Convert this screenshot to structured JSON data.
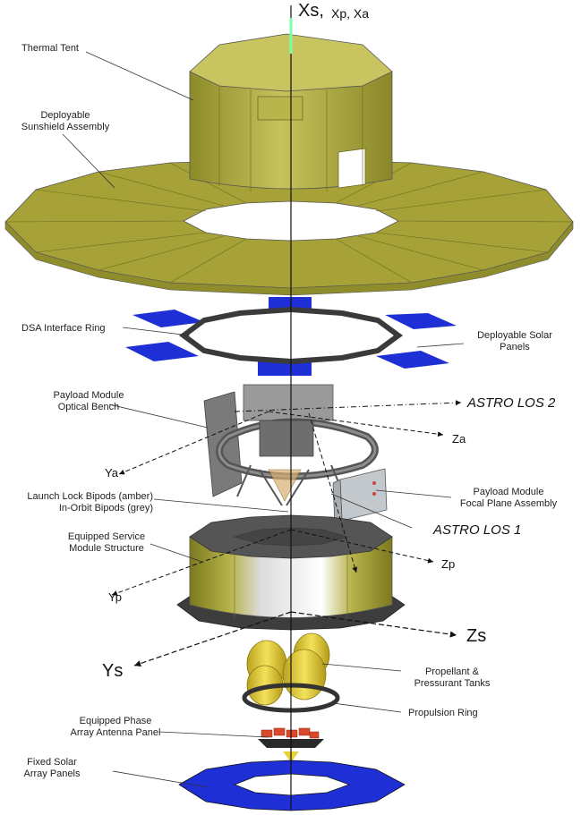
{
  "axes": {
    "xs": "Xs,",
    "xpxa": "Xp, Xa",
    "za": "Za",
    "ya": "Ya",
    "zp": "Zp",
    "yp": "Yp",
    "zs": "Zs",
    "ys": "Ys"
  },
  "los": {
    "astro_los_2": "ASTRO LOS 2",
    "astro_los_1": "ASTRO LOS 1"
  },
  "labels": {
    "thermal_tent": "Thermal Tent",
    "sunshield_line1": "Deployable",
    "sunshield_line2": "Sunshield Assembly",
    "dsa_ring": "DSA Interface Ring",
    "solar_panels_line1": "Deployable Solar",
    "solar_panels_line2": "Panels",
    "optical_bench_line1": "Payload Module",
    "optical_bench_line2": "Optical Bench",
    "bipods_line1": "Launch Lock Bipods (amber)",
    "bipods_line2": "In-Orbit Bipods (grey)",
    "focal_plane_line1": "Payload Module",
    "focal_plane_line2": "Focal Plane Assembly",
    "service_module_line1": "Equipped Service",
    "service_module_line2": "Module Structure",
    "tanks_line1": "Propellant &",
    "tanks_line2": "Pressurant Tanks",
    "propulsion_ring": "Propulsion Ring",
    "antenna_line1": "Equipped Phase",
    "antenna_line2": "Array Antenna Panel",
    "fixed_solar_line1": "Fixed Solar",
    "fixed_solar_line2": "Array Panels"
  },
  "colors": {
    "olive": "#a8a43a",
    "olive_dark": "#7d7a22",
    "olive_light": "#c4c05a",
    "panel_blue": "#1e2fd6",
    "metal_grey": "#8c8c8c",
    "dark_grey": "#4a4a4a",
    "tank_yellow": "#e8d23a",
    "antenna_red": "#d9482a"
  }
}
